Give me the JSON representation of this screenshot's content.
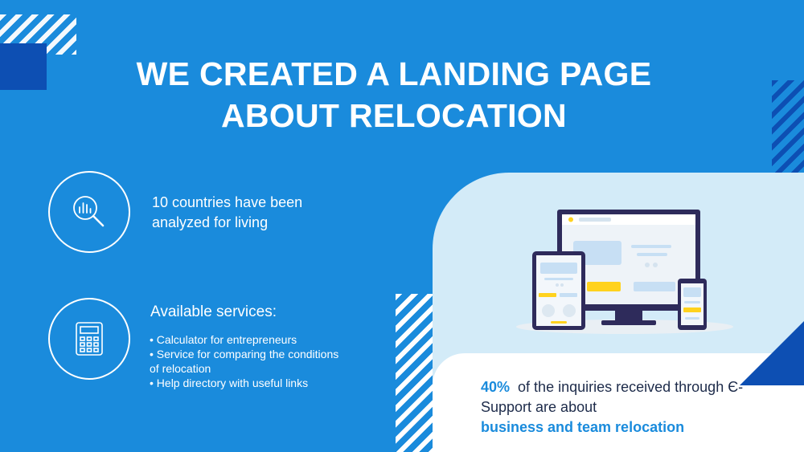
{
  "title": {
    "line1": "WE CREATED A LANDING PAGE",
    "line2": "ABOUT RELOCATION"
  },
  "stat_countries": "10 countries have been analyzed for living",
  "services": {
    "heading": "Available services:",
    "items": [
      "Calculator for entrepreneurs",
      "Service for comparing the conditions of relocation",
      "Help directory with useful links"
    ]
  },
  "inquiries": {
    "percent": "40%",
    "text_mid": "of the inquiries received through Є-Support are about",
    "highlight": "business and team relocation"
  },
  "icons": [
    "magnifier-chart-icon",
    "calculator-icon",
    "devices-illustration"
  ],
  "colors": {
    "background": "#1a8bdc",
    "accent_dark": "#0d4fb3",
    "panel": "#d3ebf8",
    "highlight": "#1a8bdc",
    "device_yellow": "#ffd21e"
  }
}
